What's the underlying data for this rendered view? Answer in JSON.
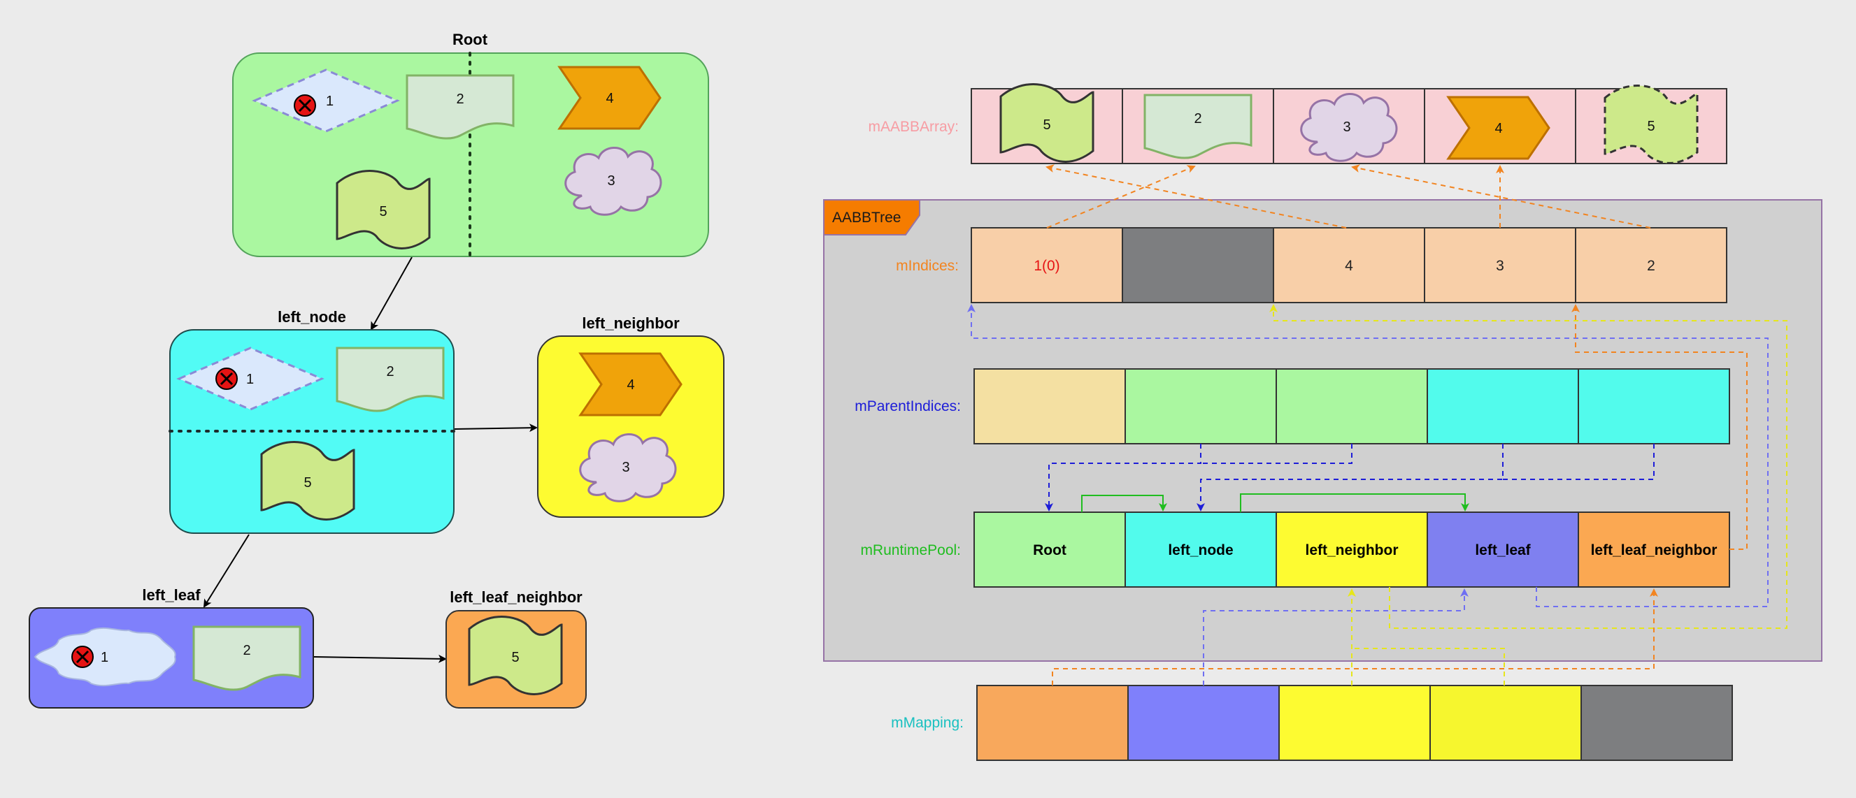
{
  "tree": {
    "root": {
      "title": "Root",
      "items": [
        "1",
        "2",
        "4",
        "5",
        "3"
      ]
    },
    "left_node": {
      "title": "left_node",
      "items": [
        "1",
        "2",
        "5"
      ]
    },
    "left_neighbor": {
      "title": "left_neighbor",
      "items": [
        "4",
        "3"
      ]
    },
    "left_leaf": {
      "title": "left_leaf",
      "items": [
        "1",
        "2"
      ]
    },
    "left_leaf_neighbor": {
      "title": "left_leaf_neighbor",
      "items": [
        "5"
      ]
    }
  },
  "arrays": {
    "aabb_label": "mAABBArray:",
    "aabb_cells": [
      "5",
      "2",
      "3",
      "4",
      "5"
    ],
    "tree_tag": "AABBTree",
    "indices_label": "mIndices:",
    "indices_cells": [
      "1(0)",
      "",
      "4",
      "3",
      "2"
    ],
    "parent_label": "mParentIndices:",
    "pool_label": "mRuntimePool:",
    "pool_cells": [
      "Root",
      "left_node",
      "left_neighbor",
      "left_leaf",
      "left_leaf_neighbor"
    ],
    "mapping_label": "mMapping:"
  },
  "colors": {
    "root_fill": "#aaf7a0",
    "node_fill": "#52fbf5",
    "neighbor_fill": "#fdfb31",
    "leaf_fill": "#7f80fb",
    "leaf_neighbor_fill": "#fba852",
    "aabb_cell_fill": "#f8d0d5",
    "indices_fill": "#f8cfa8",
    "empty_fill": "#7d7e80",
    "tree_panel": "#d0d0d0",
    "label_pink": "#f79ca3",
    "label_orange": "#f28420",
    "label_blue": "#1d1dd8",
    "label_green": "#1fbd1f",
    "label_cyan": "#1ac0c0"
  }
}
